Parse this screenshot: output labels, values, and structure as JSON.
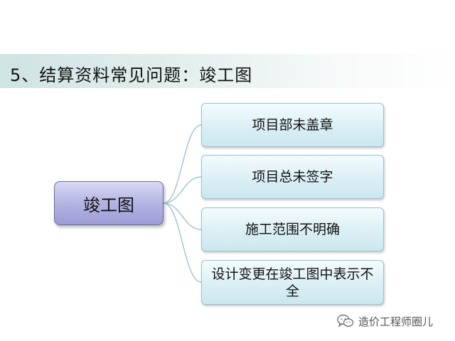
{
  "slide": {
    "title": "5、结算资料常见问题：竣工图"
  },
  "diagram": {
    "root": "竣工图",
    "children": [
      "项目部未盖章",
      "项目总未签字",
      "施工范围不明确",
      "设计变更在竣工图中表示不全"
    ]
  },
  "watermark": {
    "icon": "wechat-icon",
    "text": "造价工程师圈儿"
  },
  "colors": {
    "title_band": "#cfe3e3",
    "root_fill": "#b1b1e2",
    "root_border": "#6a6aa8",
    "child_fill": "#d9eef4",
    "child_border": "#95c3d2",
    "connector": "#9fc7d3"
  }
}
